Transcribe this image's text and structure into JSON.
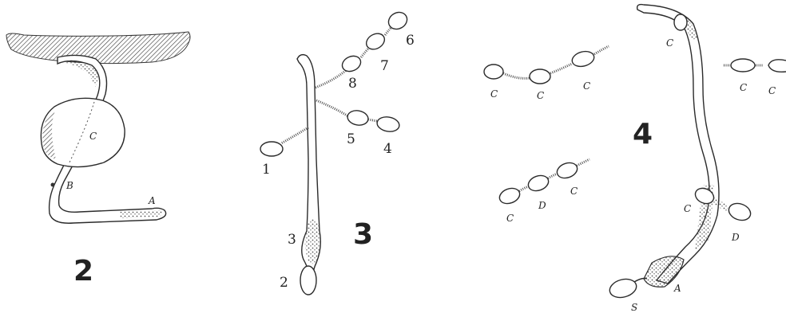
{
  "figures": [
    {
      "number": "2",
      "labels": [
        "C",
        "B",
        "A"
      ]
    },
    {
      "number": "3",
      "labels": [
        "6",
        "7",
        "8",
        "5",
        "4",
        "1",
        "3",
        "2"
      ]
    },
    {
      "number": "4",
      "labels": [
        "C",
        "C",
        "C",
        "C",
        "D",
        "C",
        "C",
        "C",
        "C",
        "D",
        "S",
        "A",
        "C"
      ]
    }
  ]
}
